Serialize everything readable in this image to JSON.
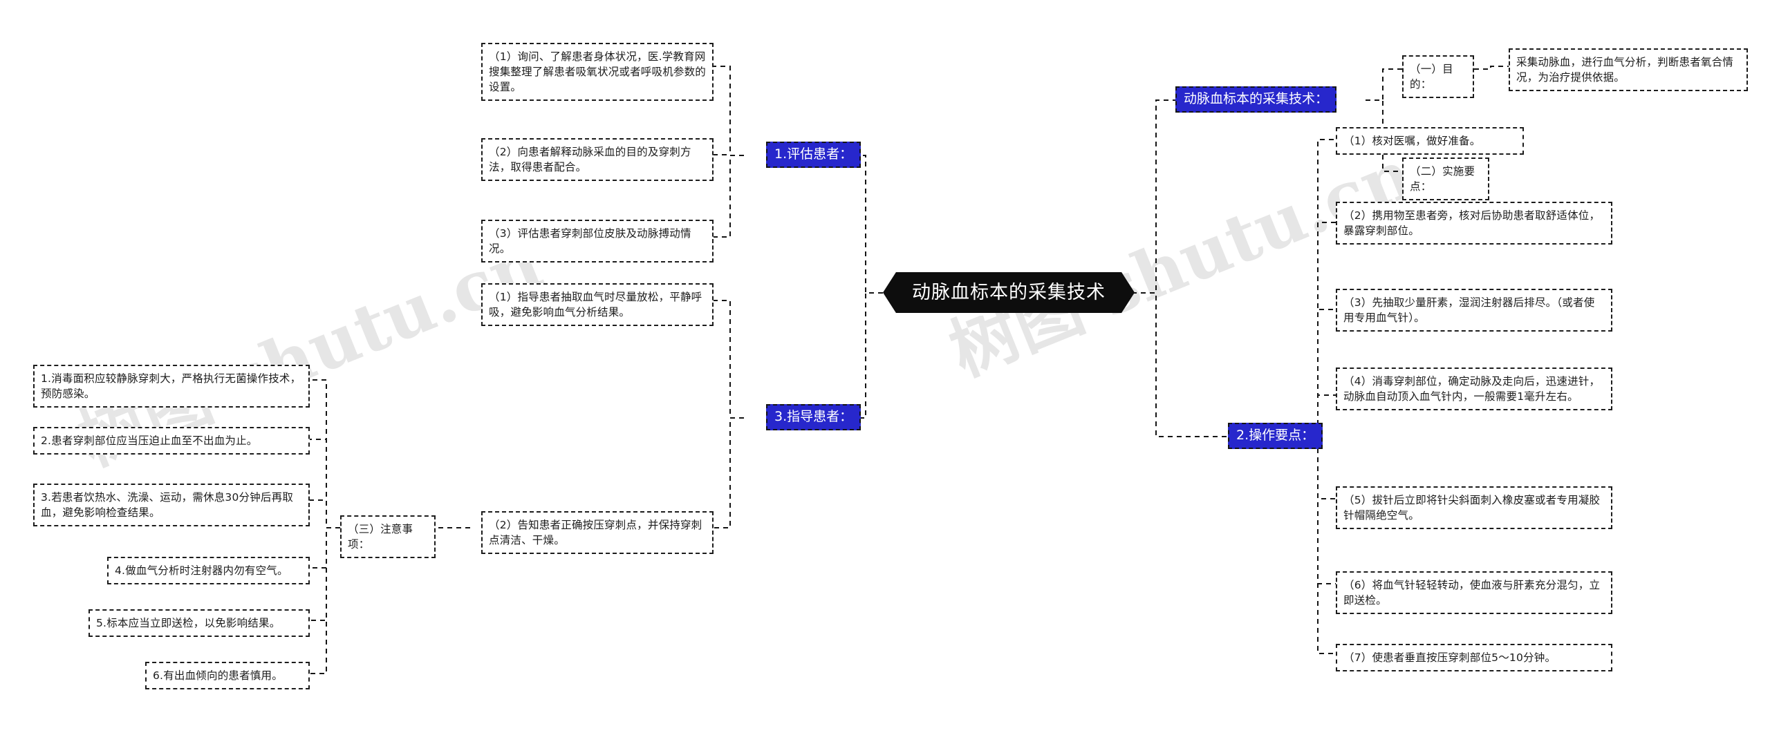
{
  "watermarks": {
    "left": "树图 shutu.cn",
    "right": "树图 shutu.cn"
  },
  "root": {
    "label": "动脉血标本的采集技术"
  },
  "branches": {
    "right_top": {
      "label": "动脉血标本的采集技术：",
      "children": [
        {
          "label": "（一）目的：",
          "detail": "采集动脉血，进行血气分析，判断患者氧合情况，为治疗提供依据。"
        },
        {
          "label": "（二）实施要点："
        }
      ]
    },
    "operation": {
      "label": "2.操作要点：",
      "items": [
        "（1）核对医嘱，做好准备。",
        "（2）携用物至患者旁，核对后协助患者取舒适体位，暴露穿刺部位。",
        "（3）先抽取少量肝素，湿润注射器后排尽。（或者使用专用血气针）。",
        "（4）消毒穿刺部位，确定动脉及走向后，迅速进针，动脉血自动顶入血气针内，一般需要1毫升左右。",
        "（5）拔针后立即将针尖斜面刺入橡皮塞或者专用凝胶针帽隔绝空气。",
        "（6）将血气针轻轻转动，使血液与肝素充分混匀，立即送检。",
        "（7）使患者垂直按压穿刺部位5～10分钟。"
      ]
    },
    "assess": {
      "label": "1.评估患者：",
      "items": [
        "（1）询问、了解患者身体状况，医.学教育网搜集整理了解患者吸氧状况或者呼吸机参数的设置。",
        "（2）向患者解释动脉采血的目的及穿刺方法，取得患者配合。",
        "（3）评估患者穿刺部位皮肤及动脉搏动情况。"
      ]
    },
    "guide": {
      "label": "3.指导患者：",
      "items": [
        "（1）指导患者抽取血气时尽量放松，平静呼吸，避免影响血气分析结果。",
        "（2）告知患者正确按压穿刺点，并保持穿刺点清洁、干燥。"
      ]
    },
    "notes": {
      "label": "（三）注意事项：",
      "items": [
        "1.消毒面积应较静脉穿刺大，严格执行无菌操作技术，预防感染。",
        "2.患者穿刺部位应当压迫止血至不出血为止。",
        "3.若患者饮热水、洗澡、运动，需休息30分钟后再取血，避免影响检查结果。",
        "4.做血气分析时注射器内勿有空气。",
        "5.标本应当立即送检，以免影响结果。",
        "6.有出血倾向的患者慎用。"
      ]
    }
  },
  "colors": {
    "accent_blue": "#2727cc",
    "root_black": "#0d0d0d",
    "border": "#1c1c1c",
    "watermark": "#e6e6e6"
  }
}
